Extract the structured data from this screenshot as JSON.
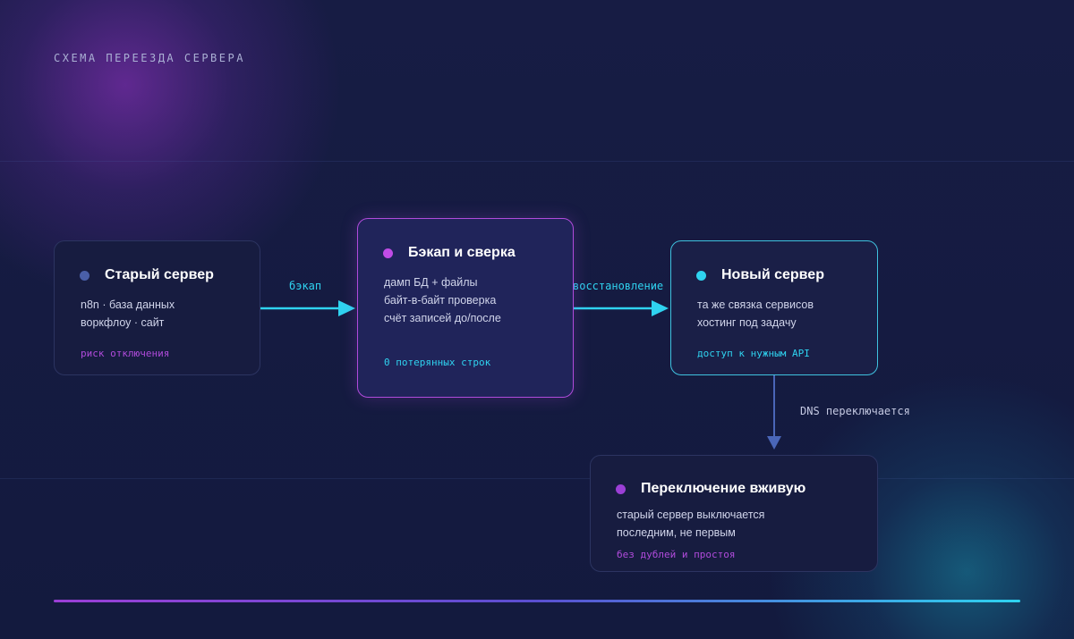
{
  "eyebrow": "СХЕМА ПЕРЕЕЗДА СЕРВЕРА",
  "nodes": {
    "old": {
      "title": "Старый сервер",
      "lines": [
        "n8n · база данных",
        "воркфлоу · сайт"
      ],
      "note": "риск отключения"
    },
    "backup": {
      "title": "Бэкап и сверка",
      "lines": [
        "дамп БД + файлы",
        "байт-в-байт проверка",
        "счёт записей до/после"
      ],
      "note": "0 потерянных строк"
    },
    "new": {
      "title": "Новый сервер",
      "lines": [
        "та же связка сервисов",
        "хостинг под задачу"
      ],
      "note": "доступ к нужным API"
    },
    "switch": {
      "title": "Переключение вживую",
      "lines": [
        "старый сервер выключается",
        "последним, не первым"
      ],
      "note": "без дублей и простоя"
    }
  },
  "edges": {
    "old_to_backup": "бэкап",
    "backup_to_new": "восстановление",
    "new_to_switch": "DNS переключается"
  },
  "colors": {
    "old_dot": "#4a5fa8",
    "backup_dot": "#c04ce6",
    "new_dot": "#2fd3f0",
    "switch_dot": "#9b3fd6",
    "note_purple": "#b04bdb",
    "note_cyan": "#2fd3f0",
    "arrow_cyan": "#2fd3f0",
    "arrow_blue": "#4a66b8"
  }
}
